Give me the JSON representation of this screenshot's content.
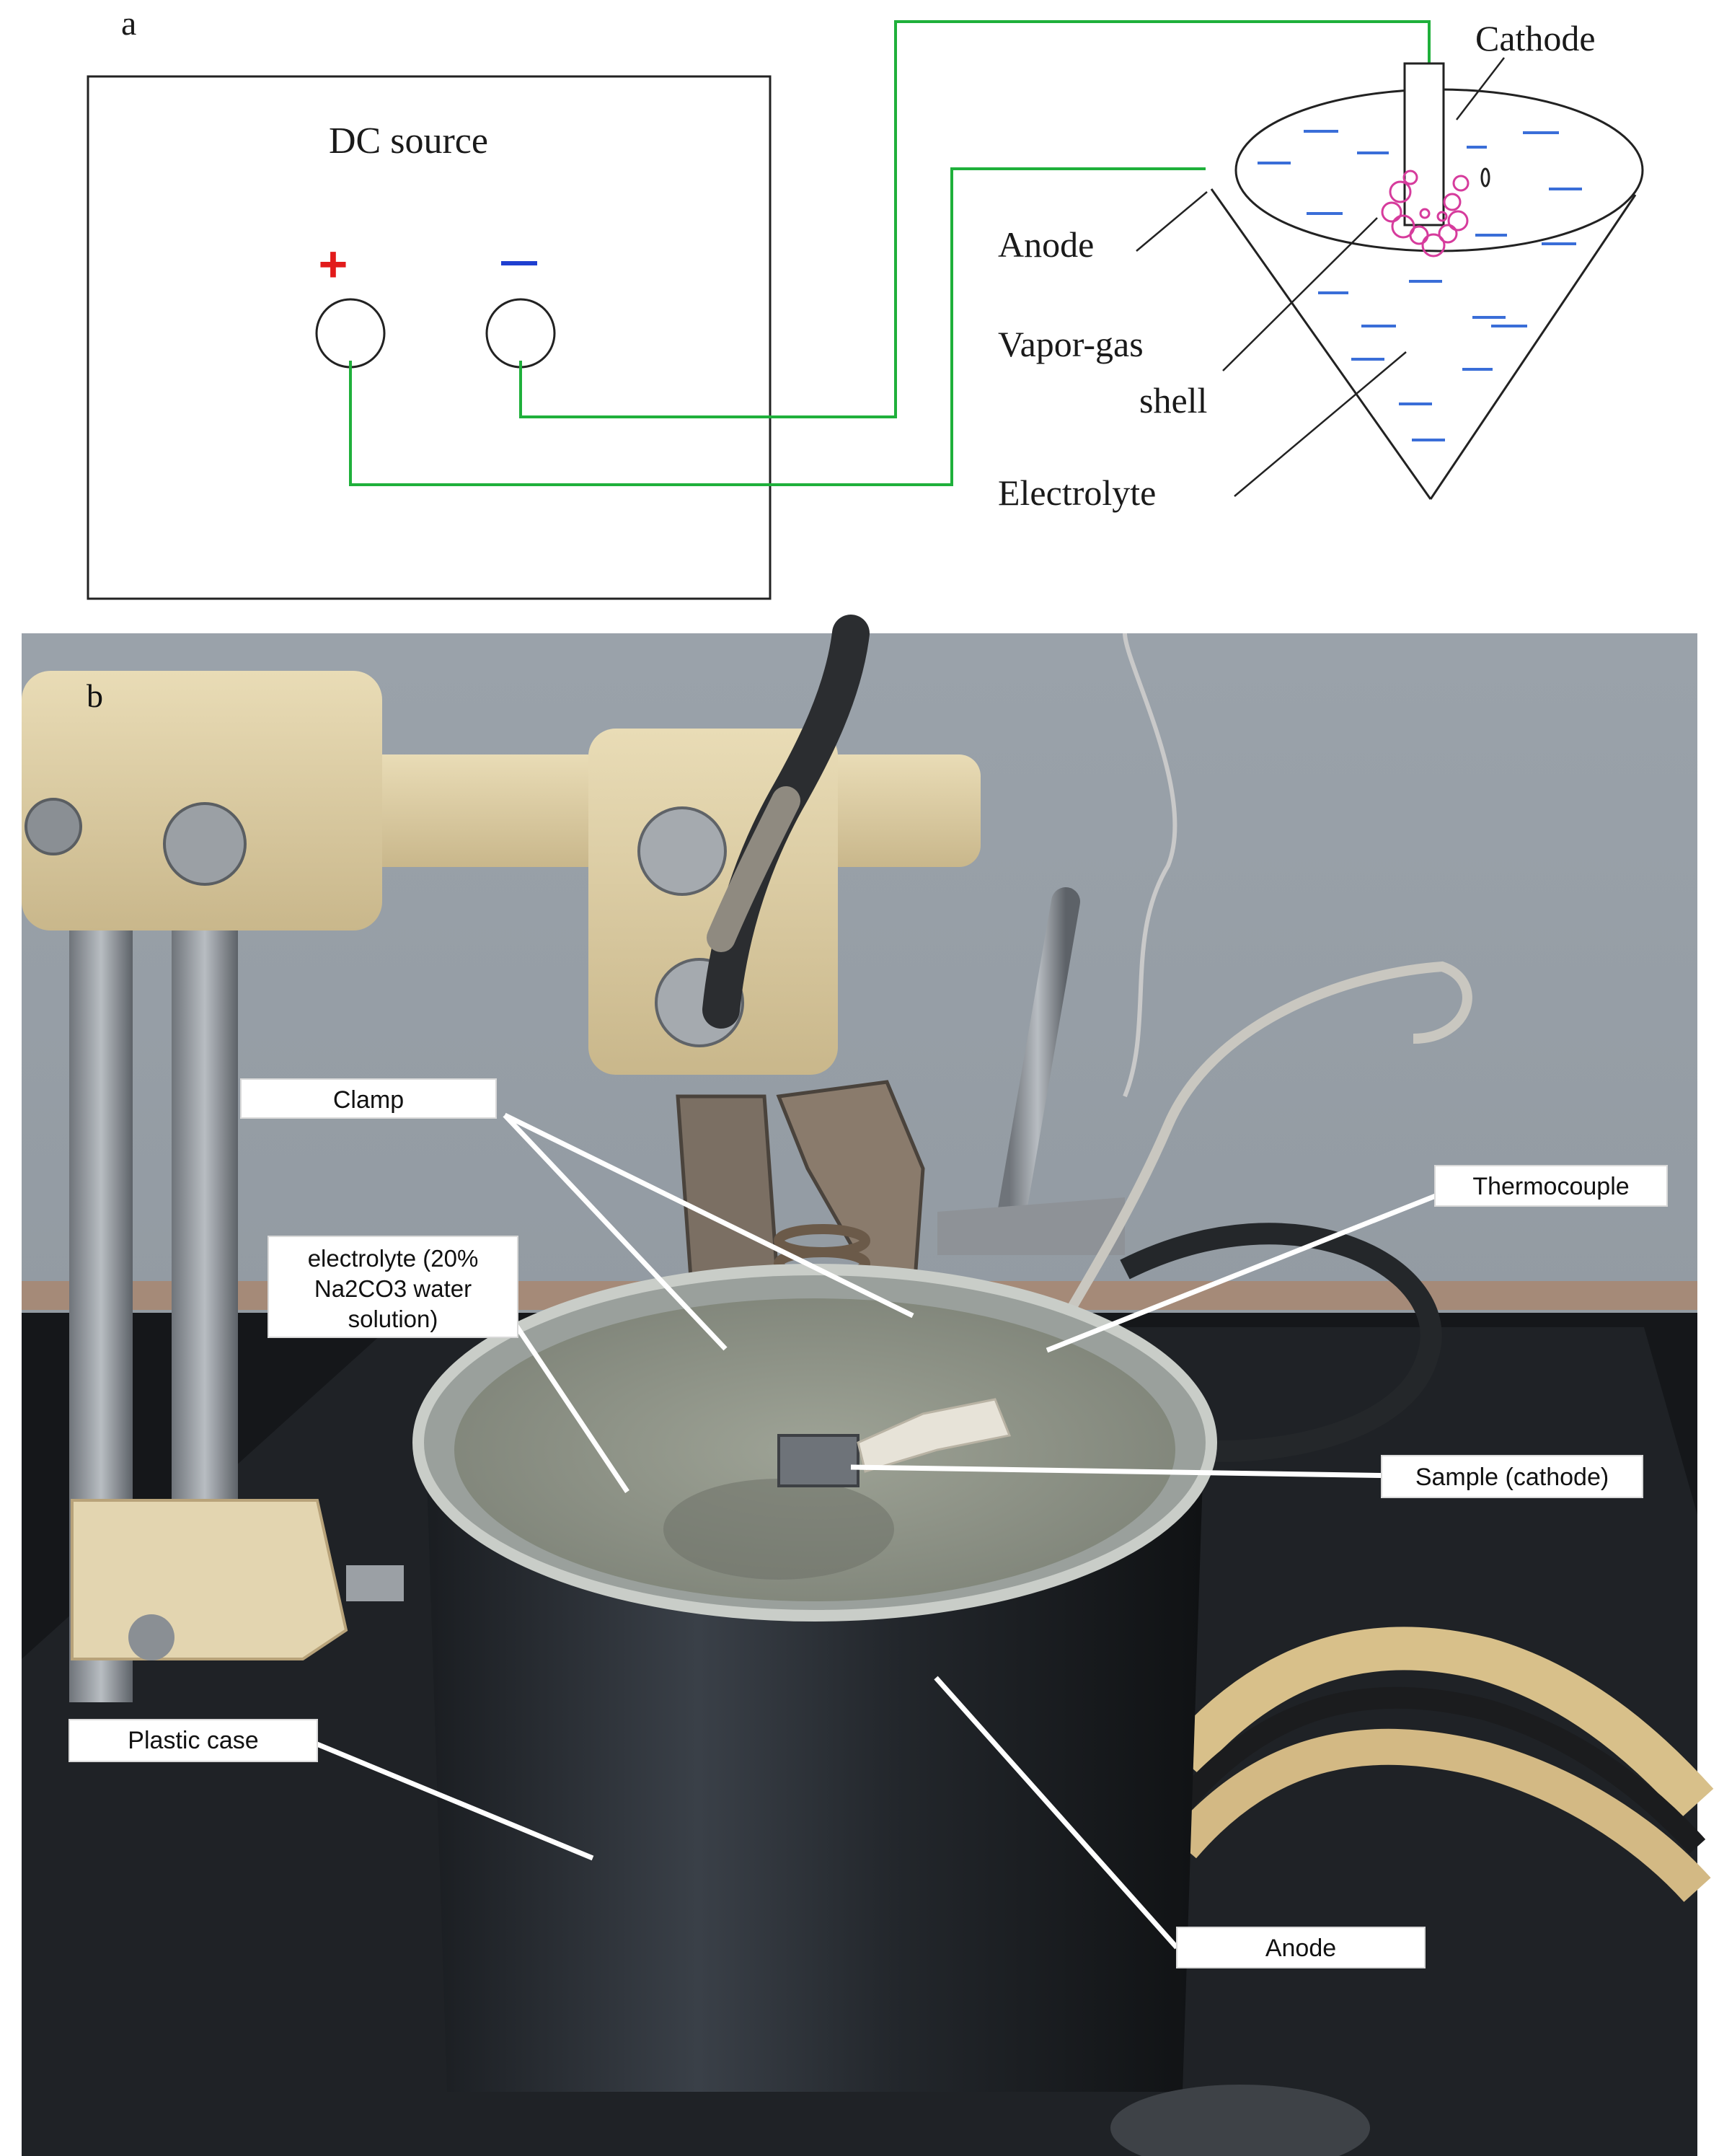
{
  "panel_a": {
    "label": "a",
    "dc_source": {
      "title": "DC source",
      "plus_symbol": "+",
      "minus_symbol": "–",
      "plus_color": "#e21b1b",
      "minus_color": "#1f3fd0"
    },
    "wire_color": "#1fb03b",
    "electrolyte_dash_color": "#3a6ed8",
    "bubble_color": "#d63b9c",
    "labels": {
      "cathode": "Cathode",
      "anode": "Anode",
      "vapor_gas_line1": "Vapor-gas",
      "vapor_gas_line2": "shell",
      "electrolyte": "Electrolyte"
    }
  },
  "panel_b": {
    "label": "b",
    "callouts": {
      "clamp": "Clamp",
      "thermocouple": "Thermocouple",
      "electrolyte_line1": "electrolyte (20%",
      "electrolyte_line2": "Na2CO3 water",
      "electrolyte_line3": "solution)",
      "sample": "Sample (cathode)",
      "plastic_case": "Plastic case",
      "anode": "Anode"
    }
  }
}
